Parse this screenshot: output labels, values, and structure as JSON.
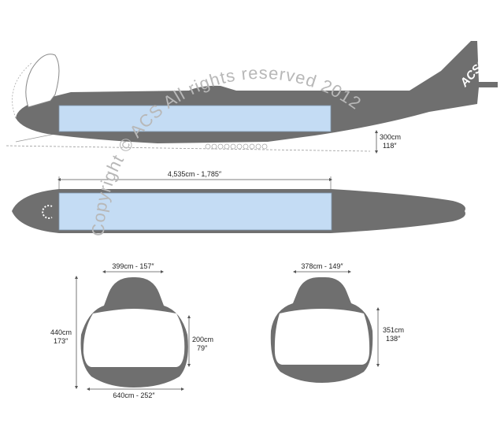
{
  "colors": {
    "fuselage": "#6f6f6f",
    "hold": "#c4dcf4",
    "hold_edge": "#7f96ac",
    "dimension_line": "#555555",
    "watermark": "#b8b8b8",
    "ground_line": "#9a9a9a"
  },
  "side_view": {
    "door_height": "300cm",
    "door_height_in": "118″",
    "tail_text": "ACS©"
  },
  "top_view": {
    "hold_length": "4,535cm  -  1,785″"
  },
  "cross_section_main": {
    "top_width": "399cm - 157″",
    "height": "440cm",
    "height_in": "173″",
    "side_height": "200cm",
    "side_height_in": "79″",
    "floor_width": "640cm - 252″"
  },
  "cross_section_upper": {
    "top_width": "378cm - 149″",
    "side_height": "351cm",
    "side_height_in": "138″"
  },
  "watermark": {
    "text": "Copyright © ACS All rights reserved 2012"
  }
}
